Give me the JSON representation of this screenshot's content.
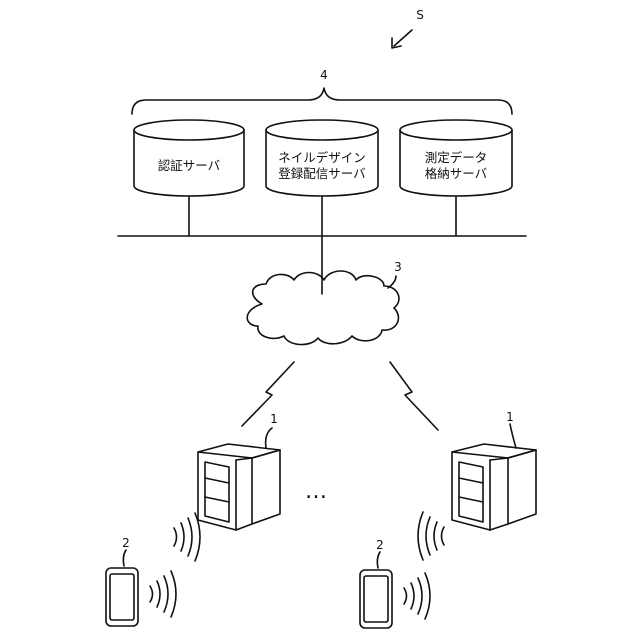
{
  "figure": {
    "system_ref": "S",
    "group_ref": "4",
    "network_ref": "3",
    "ellipsis": "…",
    "servers": [
      {
        "lines": [
          "認証サーバ"
        ]
      },
      {
        "lines": [
          "ネイルデザイン",
          "登録配信サーバ"
        ]
      },
      {
        "lines": [
          "測定データ",
          "格納サーバ"
        ]
      }
    ],
    "devices": [
      {
        "ref": "1"
      },
      {
        "ref": "1"
      }
    ],
    "terminals": [
      {
        "ref": "2"
      },
      {
        "ref": "2"
      }
    ]
  }
}
